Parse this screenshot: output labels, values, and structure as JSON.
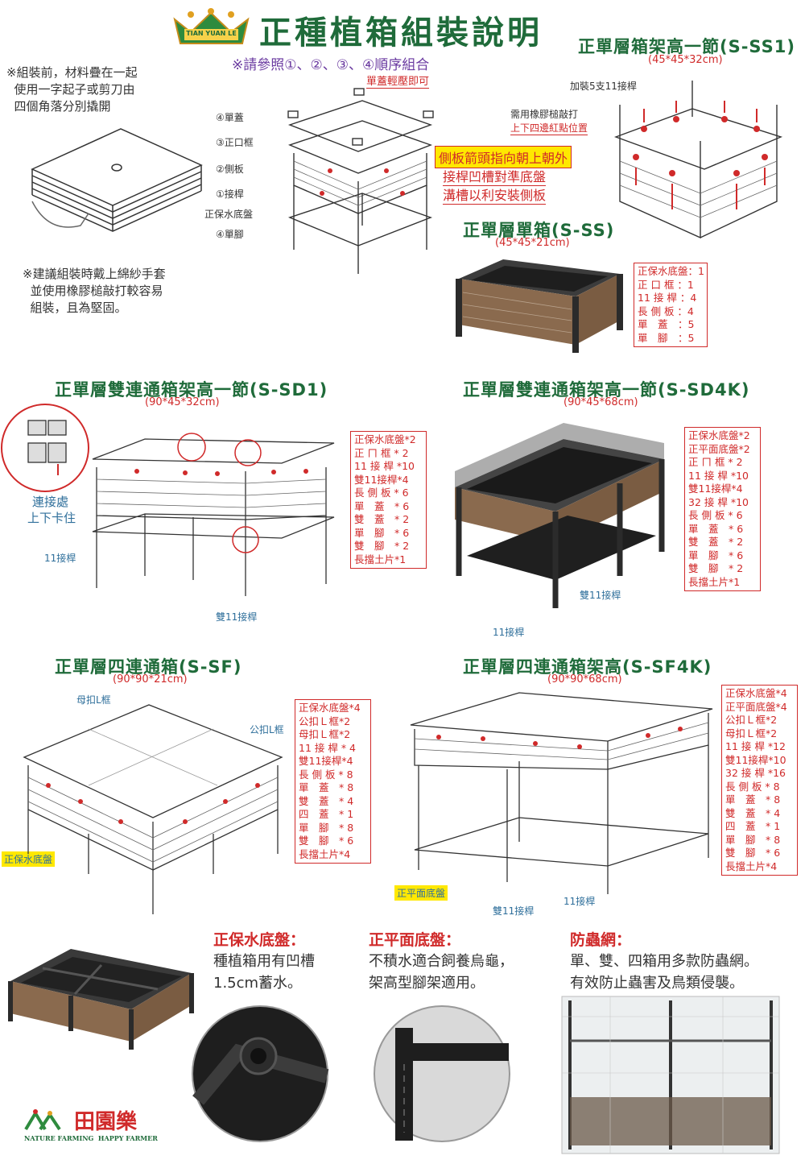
{
  "header": {
    "logo_text": "TIAN YUAN LE",
    "title": "正種植箱組裝說明",
    "subtitle": "※請參照①、②、③、④順序組合"
  },
  "intro": {
    "note1": "※組裝前，材料疊在一起\n  使用一字起子或剪刀由\n  四個角落分別撬開",
    "note2": "※建議組裝時戴上綿紗手套\n  並使用橡膠槌敲打較容易\n  組裝，且為堅固。"
  },
  "assembly": {
    "top_note": "單蓋輕壓即可",
    "steps": [
      "④單蓋",
      "③正口框",
      "②側板",
      "①接桿",
      "正保水底盤",
      "④單腳"
    ],
    "callout_highlight": "側板箭頭指向朝上朝外",
    "callout_2": "接桿凹槽對準底盤",
    "callout_3": "溝槽以利安裝側板"
  },
  "ss1": {
    "title": "正單層箱架高一節(S-SS1)",
    "size": "(45*45*32cm)",
    "note_rods": "加裝5支11接桿",
    "note_hammer_1": "需用橡膠槌敲打",
    "note_hammer_2": "上下四邊紅點位置"
  },
  "ss": {
    "title": "正單層單箱(S-SS)",
    "size": "(45*45*21cm)",
    "parts": [
      "正保水底盤：1",
      "正 口 框 ：1",
      "11 接 桿 ：4",
      "長 側 板 ：4",
      "單　蓋　：5",
      "單　腳　：5"
    ]
  },
  "sd1": {
    "title": "正單層雙連通箱架高一節(S-SD1)",
    "size": "(90*45*32cm)",
    "connect_label_1": "連接處",
    "connect_label_2": "上下卡住",
    "rod_label": "11接桿",
    "double_rod_label": "雙11接桿",
    "parts": [
      "正保水底盤*2",
      "正 ㄇ 框 * 2",
      "11 接 桿 *10",
      "雙11接桿*4",
      "長 側 板 * 6",
      "單　蓋　* 6",
      "雙　蓋　* 2",
      "單　腳　* 6",
      "雙　腳　* 2",
      "長擋土片*1"
    ]
  },
  "sd4k": {
    "title": "正單層雙連通箱架高一節(S-SD4K)",
    "size": "(90*45*68cm)",
    "double_rod_label": "雙11接桿",
    "rod_label": "11接桿",
    "parts": [
      "正保水底盤*2",
      "正平面底盤*2",
      "正 ㄇ 框 * 2",
      "11 接 桿 *10",
      "雙11接桿*4",
      "32 接 桿 *10",
      "長 側 板 * 6",
      "單　蓋　* 6",
      "雙　蓋　* 2",
      "單　腳　* 6",
      "雙　腳　* 2",
      "長擋土片*1"
    ]
  },
  "sf": {
    "title": "正單層四連通箱(S-SF)",
    "size": "(90*90*21cm)",
    "female_label": "母扣L框",
    "male_label": "公扣L框",
    "tray_label": "正保水底盤",
    "parts": [
      "正保水底盤*4",
      "公扣Ｌ框*2",
      "母扣Ｌ框*2",
      "11 接 桿 * 4",
      "雙11接桿*4",
      "長 側 板 * 8",
      "單　蓋　* 8",
      "雙　蓋　* 4",
      "四　蓋　* 1",
      "單　腳　* 8",
      "雙　腳　* 6",
      "長擋土片*4"
    ]
  },
  "sf4k": {
    "title": "正單層四連通箱架高(S-SF4K)",
    "size": "(90*90*68cm)",
    "flat_tray_label": "正平面底盤",
    "double_rod_label": "雙11接桿",
    "rod_label": "11接桿",
    "parts": [
      "正保水底盤*4",
      "正平面底盤*4",
      "公扣Ｌ框*2",
      "母扣Ｌ框*2",
      "11 接 桿 *12",
      "雙11接桿*10",
      "32 接 桿 *16",
      "長 側 板 * 8",
      "單　蓋　* 8",
      "雙　蓋　* 4",
      "四　蓋　* 1",
      "單　腳　* 8",
      "雙　腳　* 6",
      "長擋土片*4"
    ]
  },
  "features": [
    {
      "title": "正保水底盤：",
      "body": "種植箱用有凹槽\n1.5cm蓄水。"
    },
    {
      "title": "正平面底盤：",
      "body": "不積水適合飼養烏龜，\n架高型腳架適用。"
    },
    {
      "title": "防蟲網：",
      "body": "單、雙、四箱用多款防蟲網。\n有效防止蟲害及鳥類侵襲。"
    }
  ],
  "brand": {
    "name": "田園樂",
    "tagline": "NATURE FARMING  HAPPY FARMER"
  },
  "colors": {
    "brand_green": "#1f6b3a",
    "accent_red": "#d02a2a",
    "wood_brown": "#8a6a4e",
    "frame_dark": "#2b2b2b"
  }
}
